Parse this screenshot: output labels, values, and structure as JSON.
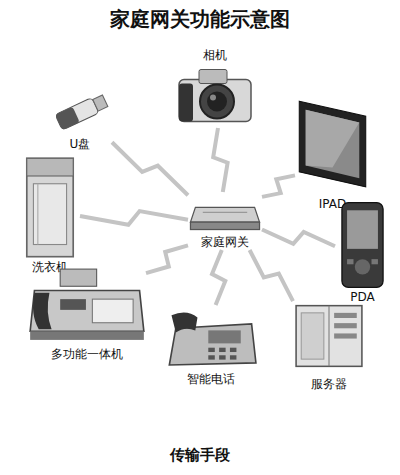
{
  "diagram": {
    "title": "家庭网关功能示意图",
    "caption": "传输手段",
    "nodes": [
      {
        "text": [
          "相机"
        ]
      },
      {
        "text": [
          "U盘"
        ]
      },
      {
        "text": [
          "IPAD"
        ]
      },
      {
        "text": [
          "洗衣机"
        ]
      },
      {
        "text": [
          "家庭网关"
        ]
      },
      {
        "text": [
          "PDA"
        ]
      },
      {
        "text": [
          "多功能一体机"
        ]
      },
      {
        "text": [
          "智能电话"
        ]
      },
      {
        "text": [
          "服务器"
        ]
      }
    ],
    "edges": [
      {
        "from": 4,
        "to": 0,
        "arrow": "none"
      },
      {
        "from": 4,
        "to": 1,
        "arrow": "none"
      },
      {
        "from": 4,
        "to": 2,
        "arrow": "none"
      },
      {
        "from": 4,
        "to": 3,
        "arrow": "none"
      },
      {
        "from": 4,
        "to": 5,
        "arrow": "none"
      },
      {
        "from": 4,
        "to": 6,
        "arrow": "none"
      },
      {
        "from": 4,
        "to": 7,
        "arrow": "none"
      },
      {
        "from": 4,
        "to": 8,
        "arrow": "none"
      }
    ]
  }
}
